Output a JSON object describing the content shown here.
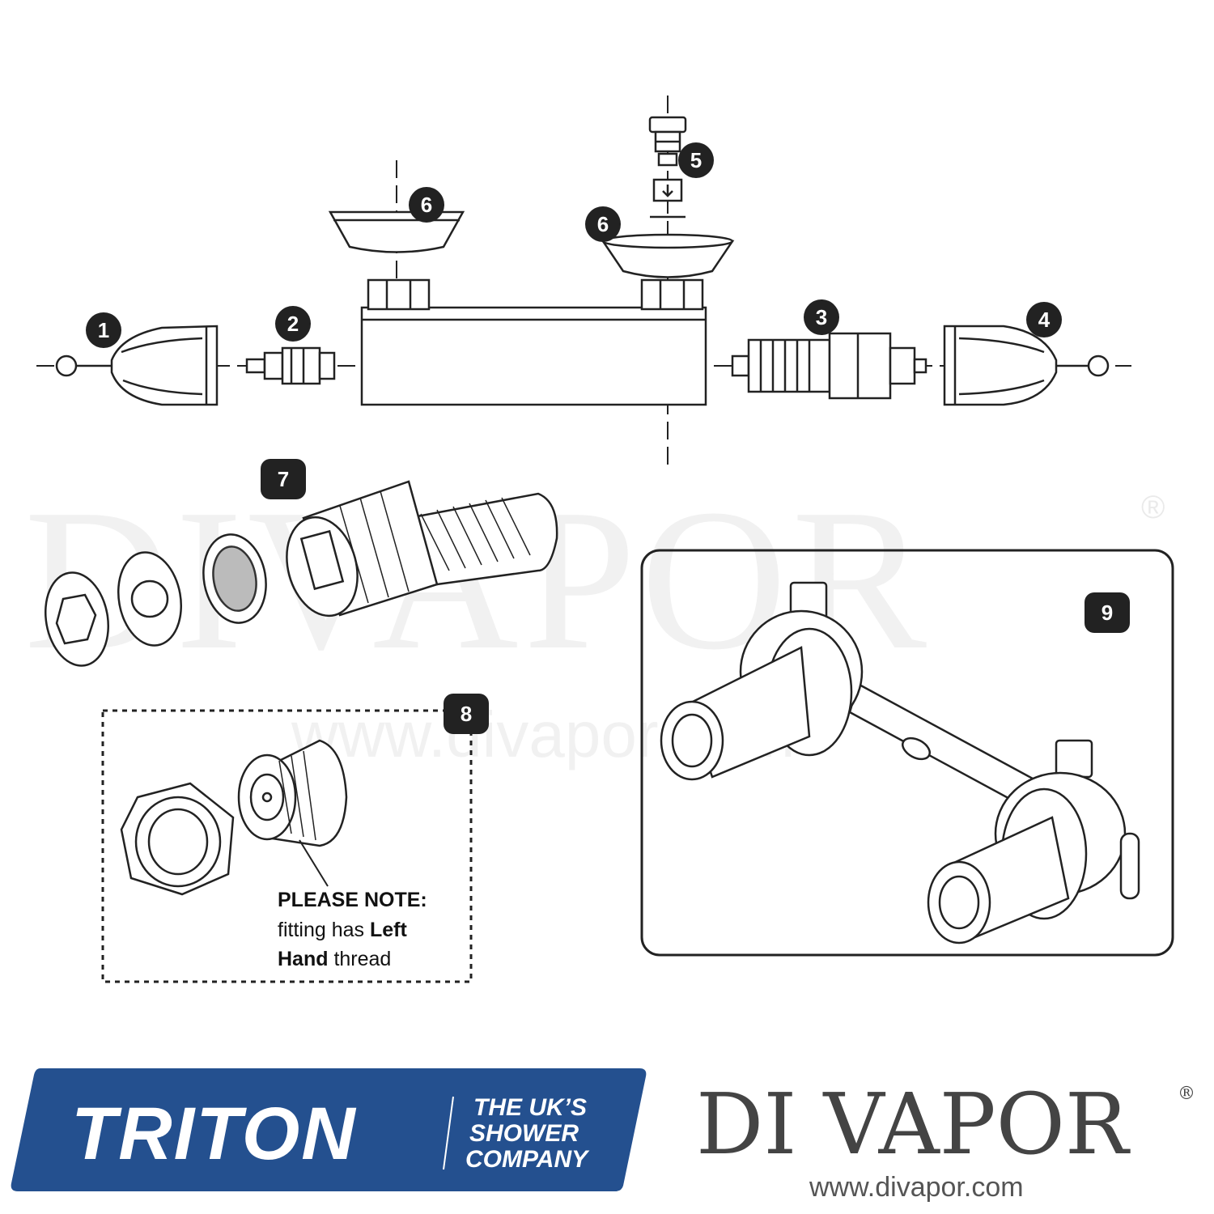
{
  "diagram": {
    "part_markers": [
      "1",
      "2",
      "3",
      "4",
      "5",
      "6",
      "6",
      "7",
      "8",
      "9"
    ],
    "note": {
      "heading": "PLEASE NOTE:",
      "line1_plain": "fitting has ",
      "line1_bold": "Left",
      "line2_bold": "Hand",
      "line2_plain": " thread"
    }
  },
  "watermark": {
    "name": "DIVAPOR",
    "registered": "®",
    "url": "www.divapor.com"
  },
  "branding": {
    "triton": {
      "name": "TRITON",
      "tagline_lines": [
        "THE UK’S",
        "SHOWER",
        "COMPANY"
      ],
      "color": "#24508f"
    },
    "divapor": {
      "name": "DI VAPOR",
      "registered": "®",
      "url": "www.divapor.com"
    }
  }
}
